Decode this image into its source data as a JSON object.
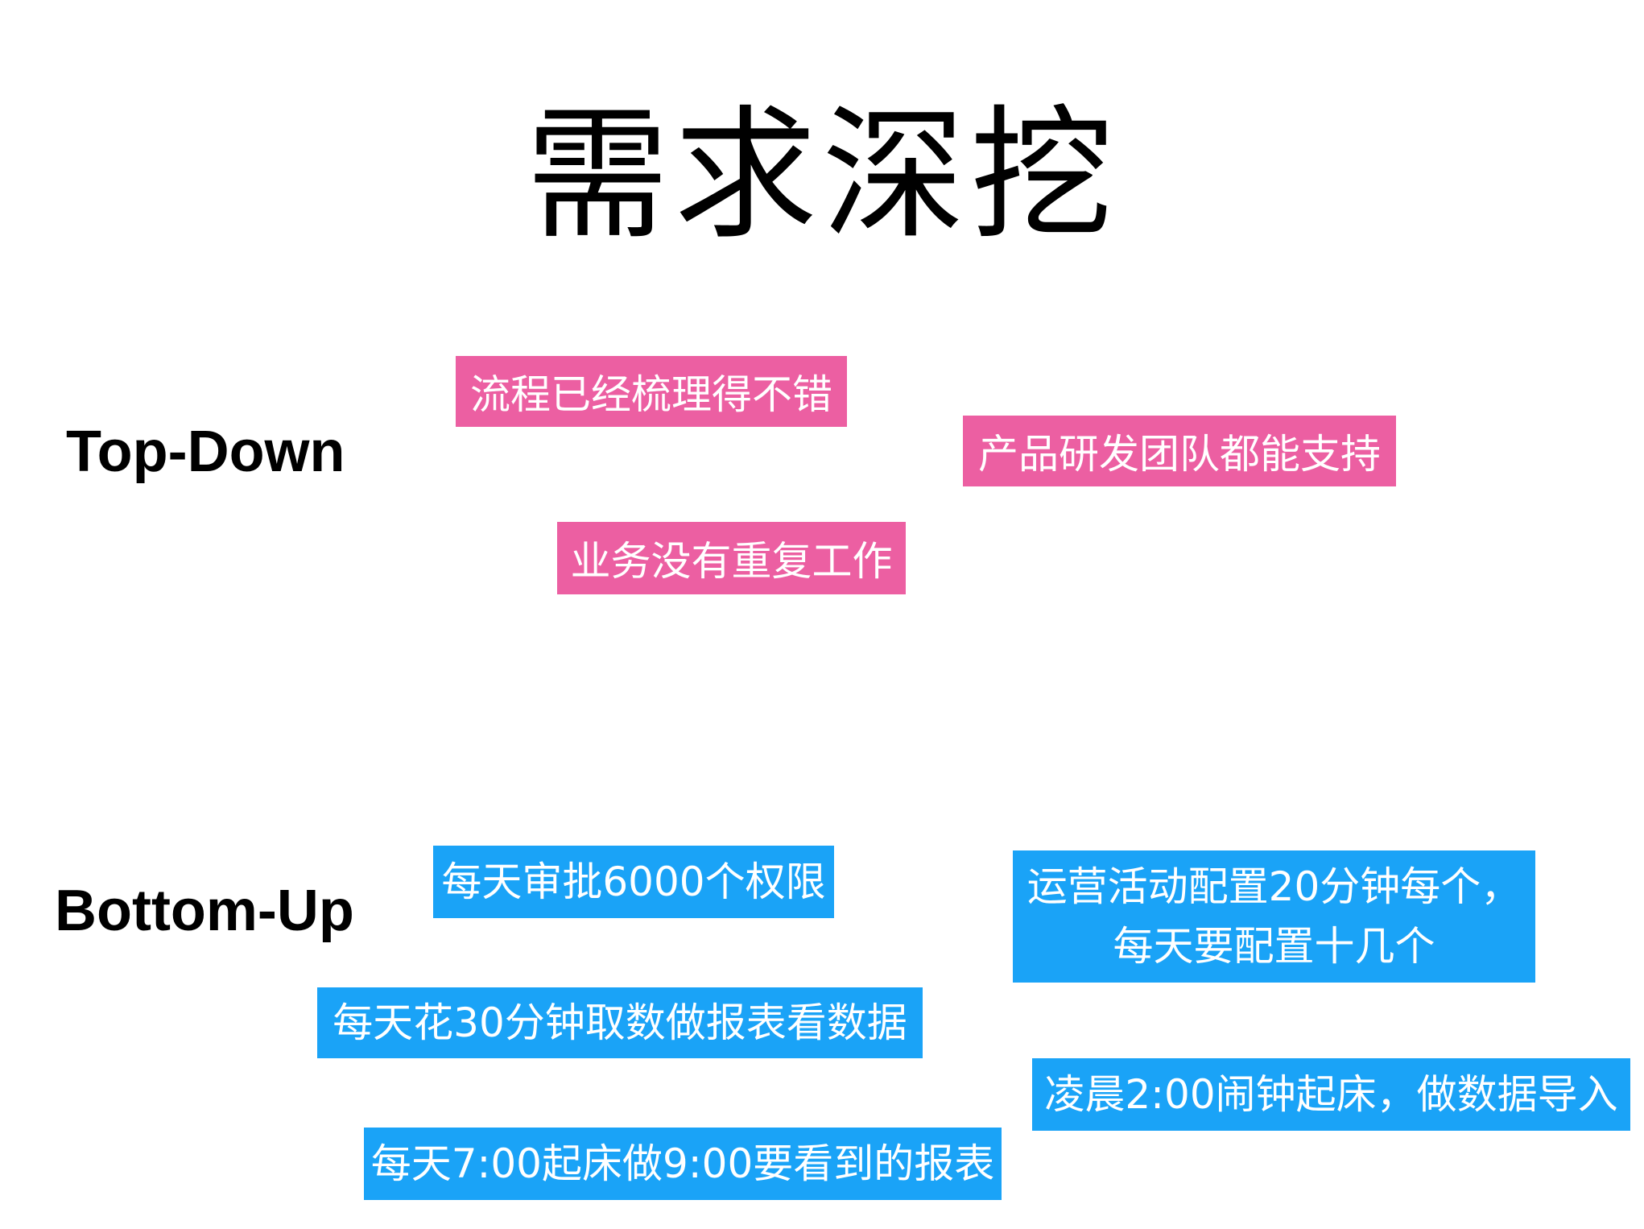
{
  "title": "需求深挖",
  "sections": {
    "top_down": {
      "label": "Top-Down",
      "tags": [
        "流程已经梳理得不错",
        "产品研发团队都能支持",
        "业务没有重复工作"
      ]
    },
    "bottom_up": {
      "label": "Bottom-Up",
      "tags": [
        "每天审批6000个权限",
        "运营活动配置20分钟每个，",
        "每天要配置十几个",
        "每天花30分钟取数做报表看数据",
        "凌晨2:00闹钟起床，做数据导入",
        "每天7:00起床做9:00要看到的报表"
      ]
    }
  },
  "colors": {
    "top_down_tag": "#ec5fa2",
    "bottom_up_tag": "#1aa3f7",
    "tag_text": "#ffffff"
  }
}
